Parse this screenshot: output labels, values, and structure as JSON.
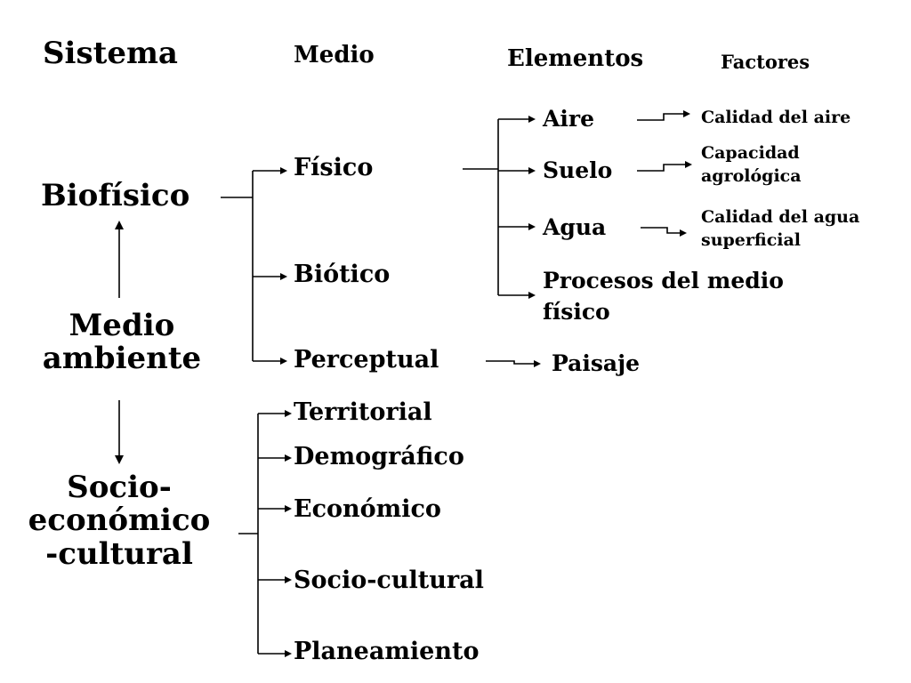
{
  "headers": {
    "sistema": "Sistema",
    "medio": "Medio",
    "elementos": "Elementos",
    "factores": "Factores"
  },
  "systems": {
    "biofisico": "Biofísico",
    "medio_ambiente": [
      "Medio",
      "ambiente"
    ],
    "socio": [
      "Socio-",
      "económico",
      "-cultural"
    ]
  },
  "medios": {
    "fisico": "Físico",
    "biotico": "Biótico",
    "perceptual": "Perceptual",
    "territorial": "Territorial",
    "demografico": "Demográfico",
    "economico": "Económico",
    "sociocultural": "Socio-cultural",
    "planeamiento": "Planeamiento"
  },
  "elementos": {
    "aire": "Aire",
    "suelo": "Suelo",
    "agua": "Agua",
    "procesos": [
      "Procesos del medio",
      "físico"
    ],
    "paisaje": "Paisaje"
  },
  "factores": {
    "calidad_aire": "Calidad del aire",
    "capacidad": [
      "Capacidad",
      "agrológica"
    ],
    "calidad_agua": [
      "Calidad del agua",
      "superficial"
    ]
  }
}
